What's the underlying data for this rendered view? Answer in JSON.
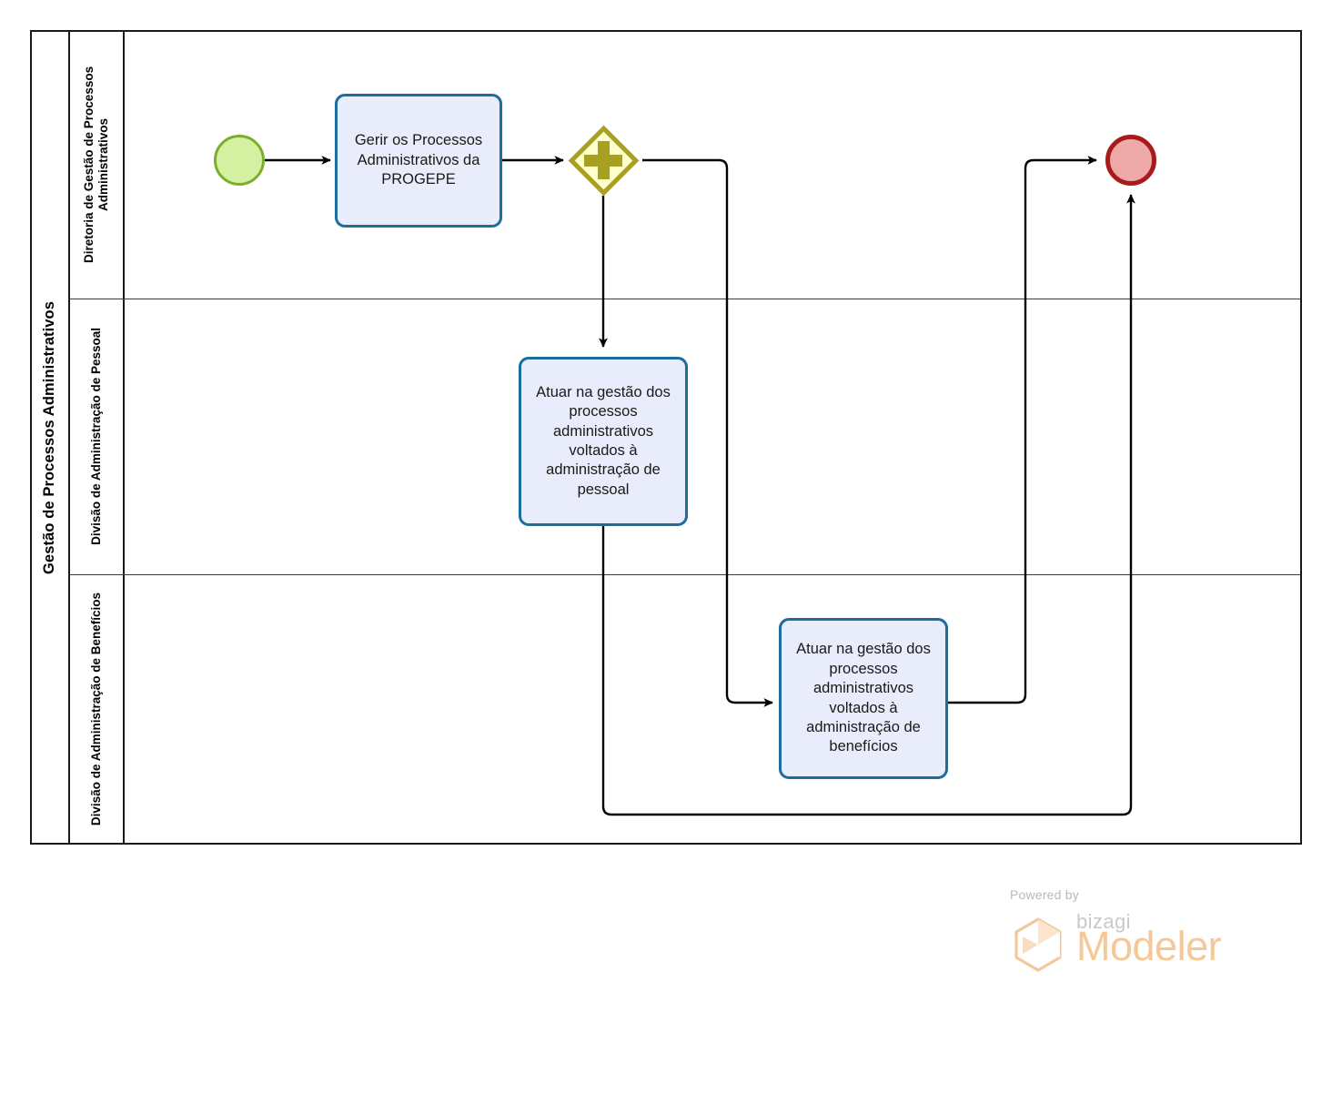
{
  "pool": {
    "title": "Gestão de Processos Administrativos"
  },
  "lanes": [
    {
      "id": "lane-diretoria",
      "label": "Diretoria de Gestão de Processos Administrativos"
    },
    {
      "id": "lane-pessoal",
      "label": "Divisão de Administração de Pessoal"
    },
    {
      "id": "lane-beneficios",
      "label": "Divisão de Administração de Benefícios"
    }
  ],
  "nodes": {
    "start_event": {
      "name": "start-event",
      "label": ""
    },
    "task_gerir": {
      "label": "Gerir os Processos Administrativos da PROGEPE"
    },
    "gateway_parallel": {
      "label": "",
      "type": "parallel"
    },
    "task_pessoal": {
      "label": "Atuar na gestão dos processos administrativos voltados à administração de pessoal"
    },
    "task_beneficios": {
      "label": "Atuar na gestão dos processos administrativos voltados à administração de benefícios"
    },
    "end_event": {
      "name": "end-event",
      "label": ""
    }
  },
  "colors": {
    "task_fill": "#e9edfb",
    "task_border": "#1b6d9b",
    "start_fill": "#d4f0a0",
    "start_border": "#7aaf2e",
    "end_fill": "#eeaaa8",
    "end_border": "#a81b1b",
    "gateway_fill": "#ffffcc",
    "gateway_border": "#a8a020",
    "pool_border": "#1a1a1a",
    "flow_line": "#000000",
    "logo_accent": "#f5c896"
  },
  "logo": {
    "powered_by": "Powered by",
    "brand": "bizagi",
    "product": "Modeler"
  }
}
